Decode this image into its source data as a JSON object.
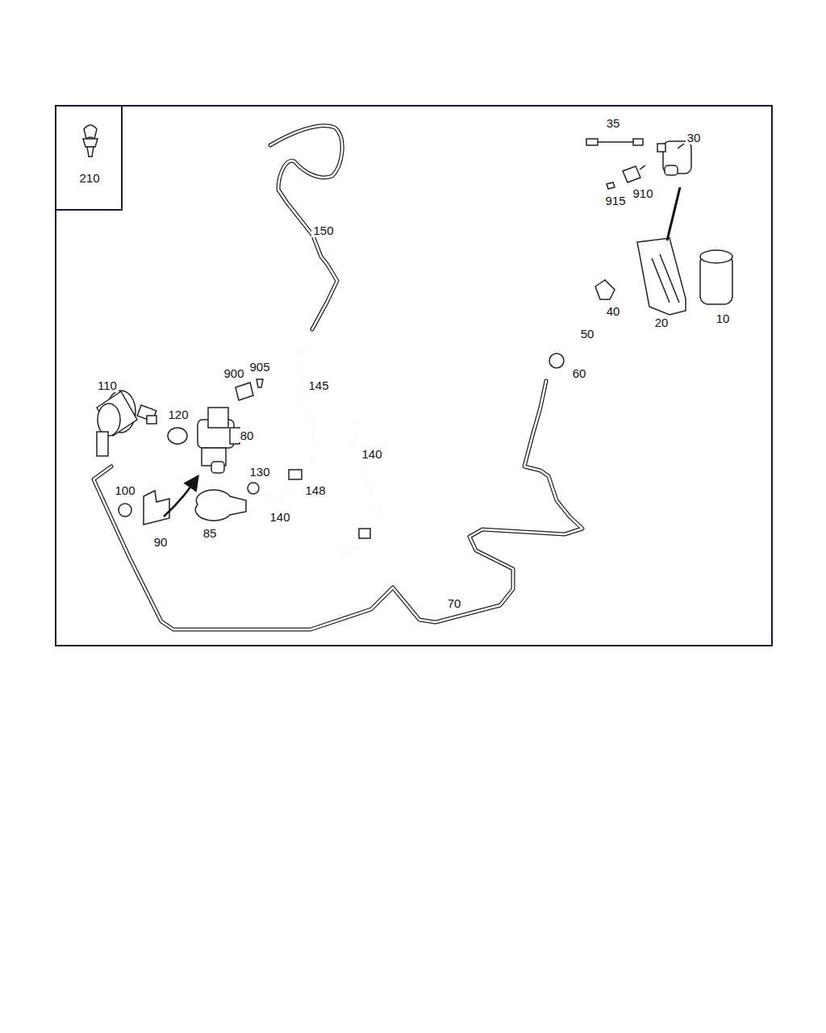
{
  "diagram": {
    "labels": [
      "210",
      "35",
      "30",
      "915",
      "910",
      "150",
      "40",
      "20",
      "10",
      "50",
      "900",
      "905",
      "145",
      "60",
      "110",
      "120",
      "80",
      "140",
      "130",
      "148",
      "100",
      "140",
      "85",
      "90",
      "70"
    ]
  }
}
